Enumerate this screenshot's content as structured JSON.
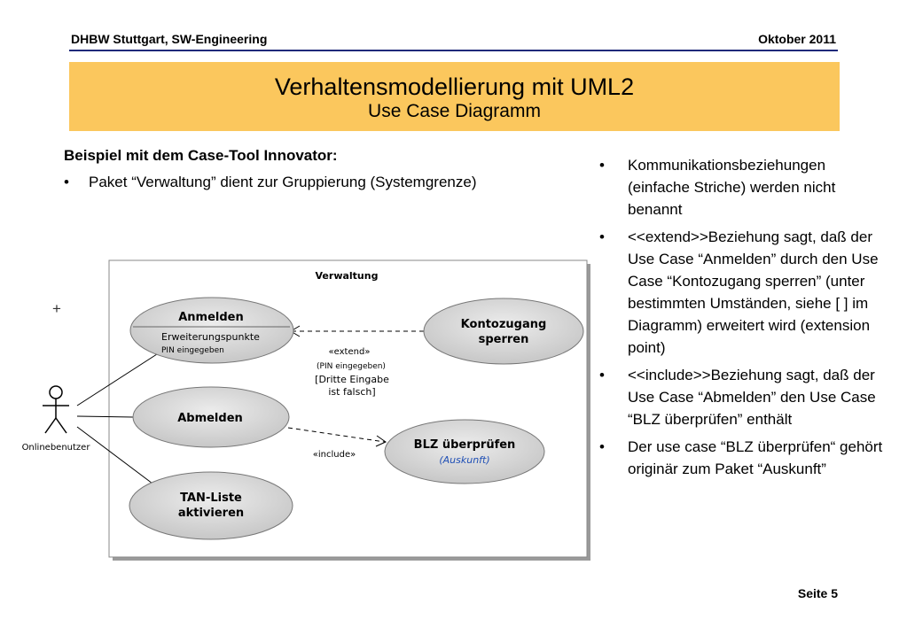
{
  "header": {
    "left": "DHBW Stuttgart, SW-Engineering",
    "right": "Oktober 2011"
  },
  "banner": {
    "title": "Verhaltensmodellierung mit UML2",
    "subtitle": "Use Case Diagramm"
  },
  "intro": {
    "title": "Beispiel mit dem Case-Tool Innovator:",
    "bullet": "Paket “Verwaltung” dient zur Gruppierung (Systemgrenze)"
  },
  "bullet_symbol": "•",
  "right_bullets": [
    "Kommunikationsbeziehungen (einfache Striche) werden nicht benannt",
    "<<extend>>Beziehung sagt, daß der Use Case “Anmelden” durch den Use Case “Kontozugang sperren” (unter bestimmten Umständen, siehe [ ] im Diagramm) erweitert wird (extension point)",
    "<<include>>Beziehung sagt, daß der Use Case “Abmelden” den Use Case “BLZ überprüfen” enthält",
    "Der use case “BLZ überprüfen“ gehört originär zum Paket “Auskunft”"
  ],
  "diagram": {
    "package": "Verwaltung",
    "actor": "Onlinebenutzer",
    "plus": "+",
    "usecases": {
      "anmelden": "Anmelden",
      "extension_points": "Erweiterungspunkte",
      "pin": "PIN eingegeben",
      "kontozugang_1": "Kontozugang",
      "kontozugang_2": "sperren",
      "abmelden": "Abmelden",
      "blz": "BLZ überprüfen",
      "blz_package": "(Auskunft)",
      "tan_1": "TAN-Liste",
      "tan_2": "aktivieren"
    },
    "extend": {
      "stereotype": "«extend»",
      "point": "(PIN eingegeben)",
      "cond_1": "[Dritte Eingabe",
      "cond_2": "ist falsch]"
    },
    "include": {
      "stereotype": "«include»"
    }
  },
  "footer": "Seite 5",
  "colors": {
    "banner": "#fbc75d",
    "header_line": "#1f2a7a",
    "usecase_fill": "#d4d4d4",
    "package_text": "#1f4fb5"
  }
}
